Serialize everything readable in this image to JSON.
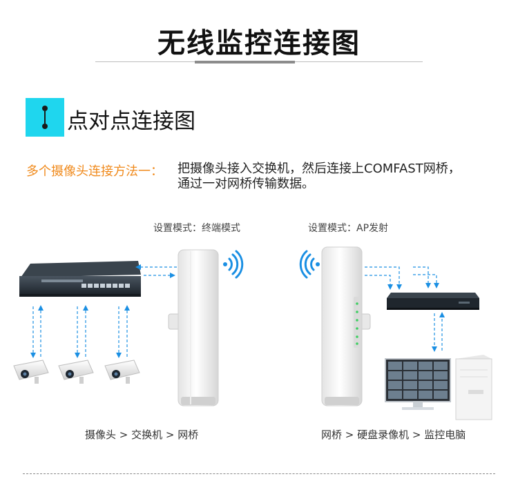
{
  "title": "无线监控连接图",
  "section": {
    "title": "点对点连接图"
  },
  "method": {
    "label": "多个摄像头连接方法一：",
    "line1": "把摄像头接入交换机，然后连接上COMFAST网桥，",
    "line2": "通过一对网桥传输数据。"
  },
  "left": {
    "mode": "设置模式：终端模式",
    "caption": "摄像头 > 交换机 > 网桥"
  },
  "right": {
    "mode": "设置模式：AP发射",
    "caption": "网桥 > 硬盘录像机 > 监控电脑"
  },
  "colors": {
    "accent": "#1fd6ee",
    "orange": "#f08a1c",
    "arrow": "#1a8fe3"
  }
}
